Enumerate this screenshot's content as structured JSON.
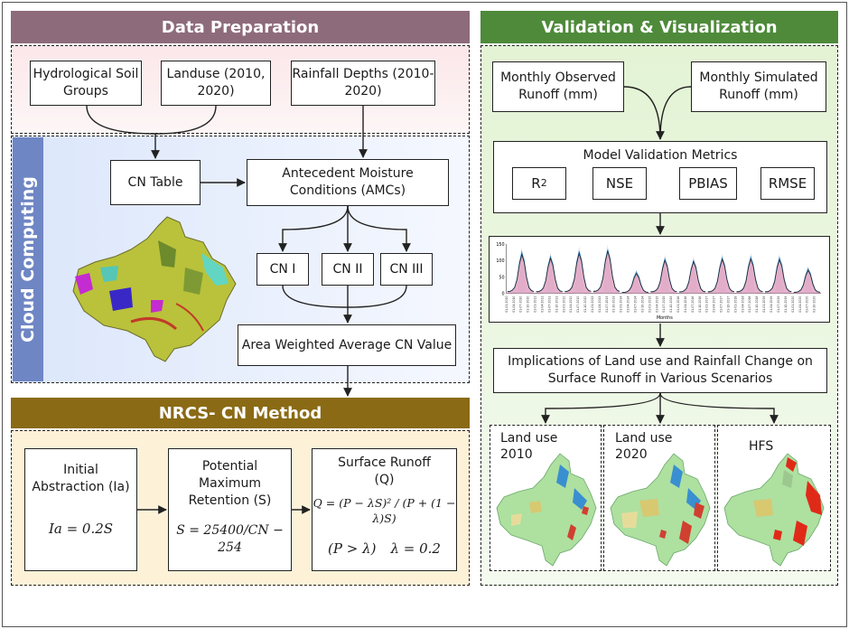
{
  "data_preparation": {
    "title": "Data Preparation",
    "inputs": [
      "Hydrological Soil Groups",
      "Landuse (2010, 2020)",
      "Rainfall Depths (2010-2020)"
    ]
  },
  "cloud": {
    "label": "Cloud Computing",
    "cn_table": "CN Table",
    "amc": "Antecedent Moisture Conditions (AMCs)",
    "cn_levels": [
      "CN I",
      "CN II",
      "CN III"
    ],
    "area_weighted": "Area Weighted Average CN Value"
  },
  "nrcs": {
    "title": "NRCS- CN Method",
    "initial_abstraction": {
      "label": "Initial Abstraction (Ia)",
      "formula": "Ia = 0.2S"
    },
    "retention": {
      "label": "Potential Maximum Retention (S)",
      "formula": "S = 25400/CN − 254"
    },
    "runoff": {
      "label": "Surface Runoff (Q)",
      "formula": "Q = (P − λS)² / (P + (1 − λ)S)",
      "condition": "(P > λ)",
      "lambda": "λ = 0.2"
    }
  },
  "validation": {
    "title": "Validation & Visualization",
    "observed": "Monthly Observed Runoff (mm)",
    "simulated": "Monthly Simulated Runoff (mm)",
    "metrics_title": "Model Validation Metrics",
    "metrics": [
      "R2",
      "NSE",
      "PBIAS",
      "RMSE"
    ],
    "chart_xlabel": "Months",
    "chart_yticks": [
      "150",
      "100",
      "50",
      "0"
    ],
    "implications": "Implications of Land use and Rainfall Change on Surface Runoff in Various Scenarios",
    "scenarios": [
      "Land use 2010",
      "Land use 2020",
      "HFS"
    ]
  },
  "colors": {
    "dp_header": "#8e6b7b",
    "vv_header": "#4e8a3a",
    "nrcs_header": "#8a6a14",
    "cloud_bar": "#6f86c4",
    "observed": "#3d8fd6",
    "simulated": "#222222",
    "band": "#c8c8c8",
    "fill": "#e2a8c6"
  },
  "chart_data": {
    "type": "line",
    "x": [
      "2010",
      "2011",
      "2012",
      "2013",
      "2014",
      "2015",
      "2016",
      "2017",
      "2018",
      "2019",
      "2020"
    ],
    "ylim": [
      0,
      150
    ],
    "xlabel": "Months",
    "series": [
      {
        "values": [
          125,
          112,
          128,
          133,
          65,
          105,
          100,
          108,
          110,
          108,
          75
        ]
      },
      {
        "values": [
          118,
          106,
          121,
          128,
          60,
          100,
          96,
          103,
          104,
          102,
          70
        ]
      }
    ]
  }
}
